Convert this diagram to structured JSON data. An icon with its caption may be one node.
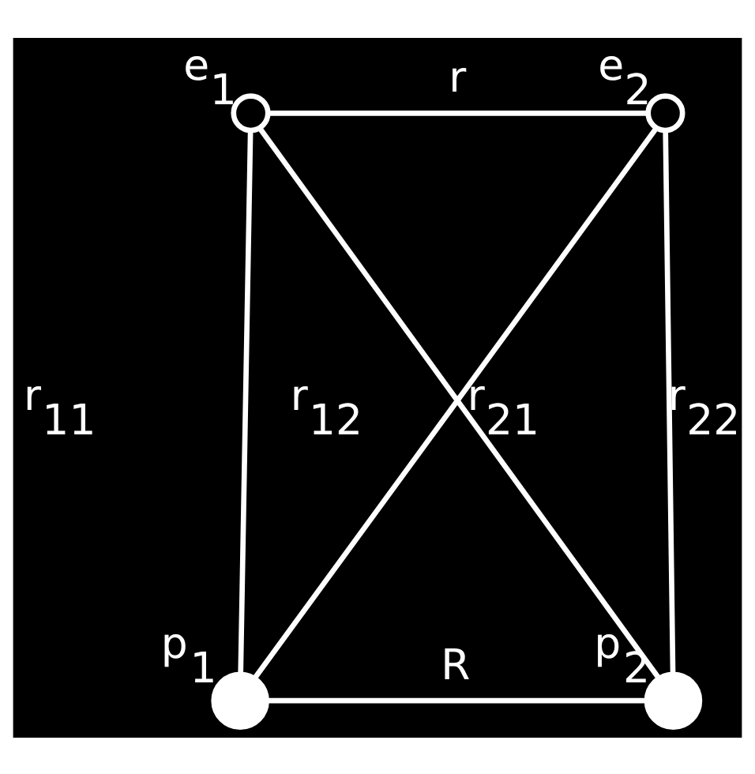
{
  "diagram": {
    "nodes": [
      {
        "text": [],
        "shape": "circle",
        "beside": [
          "e$_{2}$"
        ]
      },
      {
        "text": [],
        "shape": "circle",
        "beside": [
          "e$_{1}$"
        ]
      },
      {
        "text": [],
        "shape": "circle",
        "beside": [
          "p$_{1}$"
        ]
      },
      {
        "text": [],
        "shape": "circle",
        "beside": [
          "p$_{2}$"
        ]
      }
    ],
    "edges": [
      {
        "from": 1,
        "to": 0,
        "arrow": "none",
        "label": "r"
      },
      {
        "from": 1,
        "to": 2,
        "arrow": "none",
        "label": "r$_{11}$"
      },
      {
        "from": 0,
        "to": 3,
        "arrow": "none",
        "label": "r$_{22}$"
      },
      {
        "from": 0,
        "to": 2,
        "arrow": "none",
        "label": "r$_{21}$"
      },
      {
        "from": 1,
        "to": 3,
        "arrow": "none",
        "label": "r$_{12}$"
      },
      {
        "from": 2,
        "to": 3,
        "arrow": "none",
        "label": "R"
      }
    ]
  }
}
